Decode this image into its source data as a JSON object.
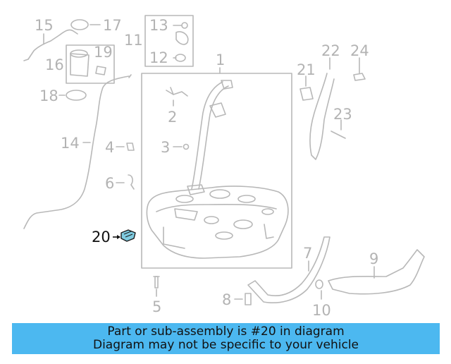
{
  "diagram": {
    "highlighted_part": "20",
    "colors": {
      "line": "#b8b8b8",
      "highlight_fill": "#7fcbe0",
      "highlight_stroke": "#1a1a1a",
      "banner": "#4cb8f0"
    },
    "callouts": [
      {
        "id": "c1",
        "label": "1"
      },
      {
        "id": "c2",
        "label": "2"
      },
      {
        "id": "c3",
        "label": "3"
      },
      {
        "id": "c4",
        "label": "4"
      },
      {
        "id": "c5",
        "label": "5"
      },
      {
        "id": "c6",
        "label": "6"
      },
      {
        "id": "c7",
        "label": "7"
      },
      {
        "id": "c8",
        "label": "8"
      },
      {
        "id": "c9",
        "label": "9"
      },
      {
        "id": "c10",
        "label": "10"
      },
      {
        "id": "c11",
        "label": "11"
      },
      {
        "id": "c12",
        "label": "12"
      },
      {
        "id": "c13",
        "label": "13"
      },
      {
        "id": "c14",
        "label": "14"
      },
      {
        "id": "c15",
        "label": "15"
      },
      {
        "id": "c16",
        "label": "16"
      },
      {
        "id": "c17",
        "label": "17"
      },
      {
        "id": "c18",
        "label": "18"
      },
      {
        "id": "c19",
        "label": "19"
      },
      {
        "id": "c20",
        "label": "20"
      },
      {
        "id": "c21",
        "label": "21"
      },
      {
        "id": "c22",
        "label": "22"
      },
      {
        "id": "c23",
        "label": "23"
      },
      {
        "id": "c24",
        "label": "24"
      }
    ]
  },
  "banner": {
    "line1": "Part or sub-assembly is #20 in diagram",
    "line2": "Diagram may not be specific to your vehicle"
  }
}
